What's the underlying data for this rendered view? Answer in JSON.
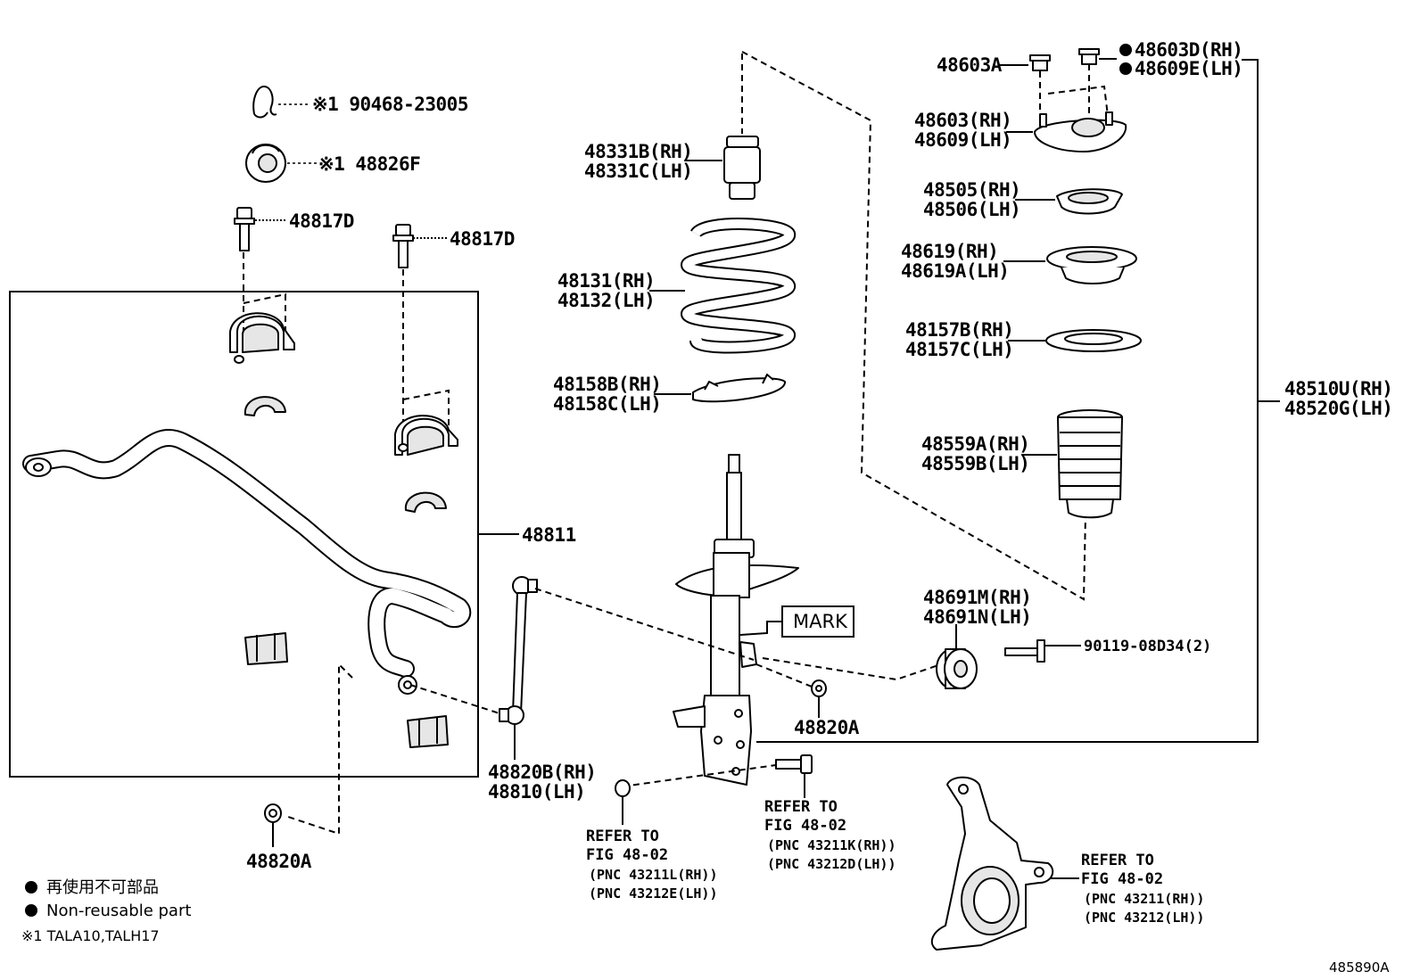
{
  "labels": {
    "p90468": "※1 90468-23005",
    "p48826f": "※1 48826F",
    "p48817d_a": "48817D",
    "p48817d_b": "48817D",
    "p48811": "48811",
    "p48820b_rh": "48820B(RH)",
    "p48810_lh": "48810(LH)",
    "p48820a_left": "48820A",
    "p48331b": "48331B(RH)",
    "p48331c": "48331C(LH)",
    "p48131": "48131(RH)",
    "p48132": "48132(LH)",
    "p48158b": "48158B(RH)",
    "p48158c": "48158C(LH)",
    "p48603a": "48603A",
    "p48603d": "48603D(RH)",
    "p48609e": "48609E(LH)",
    "p48603rh": "48603(RH)",
    "p48609lh": "48609(LH)",
    "p48505": "48505(RH)",
    "p48506": "48506(LH)",
    "p48619": "48619(RH)",
    "p48619a": "48619A(LH)",
    "p48157b": "48157B(RH)",
    "p48157c": "48157C(LH)",
    "p48559a": "48559A(RH)",
    "p48559b": "48559B(LH)",
    "p48510u": "48510U(RH)",
    "p48520g": "48520G(LH)",
    "p48691m": "48691M(RH)",
    "p48691n": "48691N(LH)",
    "p90119": "90119-08D34(2)",
    "p48820a_mid": "48820A",
    "mark": "MARK"
  },
  "refs": {
    "ref1": {
      "line1": "REFER TO",
      "line2": "FIG 48-02",
      "line3": "(PNC 43211L(RH))",
      "line4": "(PNC 43212E(LH))"
    },
    "ref2": {
      "line1": "REFER TO",
      "line2": "FIG 48-02",
      "line3": "(PNC 43211K(RH))",
      "line4": "(PNC 43212D(LH))"
    },
    "ref3": {
      "line1": "REFER TO",
      "line2": "FIG 48-02",
      "line3": "(PNC 43211(RH))",
      "line4": "(PNC 43212(LH))"
    }
  },
  "legend": {
    "jp": "再使用不可部品",
    "en": "Non-reusable part",
    "note": "※1 TALA10,TALH17"
  },
  "figure_id": "485890A"
}
